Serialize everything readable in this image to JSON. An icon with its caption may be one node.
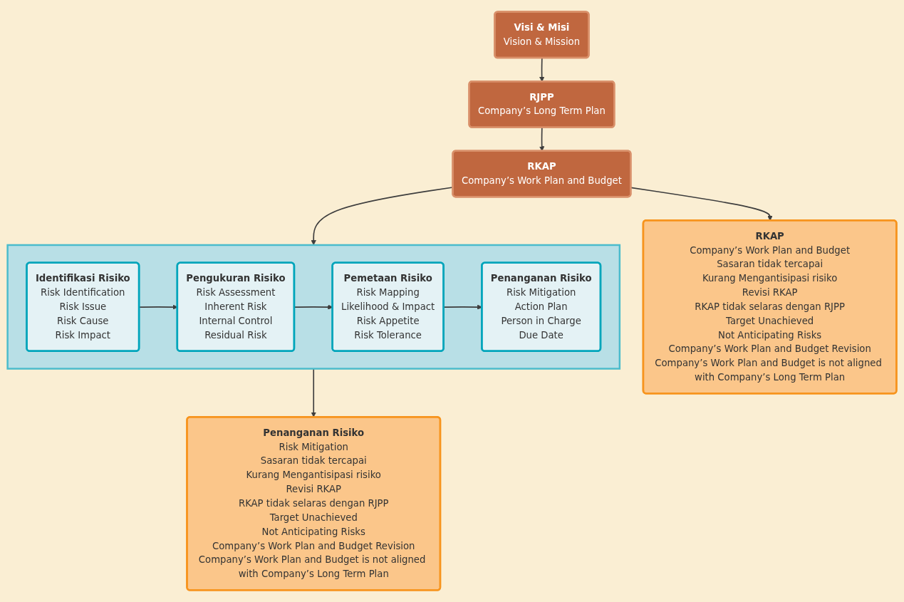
{
  "diagram": {
    "nodes": [
      {
        "text": [
          "Visi & Misi",
          "Vision & Mission"
        ]
      },
      {
        "text": [
          "RJPP",
          "Company’s Long Term Plan"
        ]
      },
      {
        "text": [
          "RKAP",
          "Company’s Work Plan and Budget"
        ]
      },
      {
        "text": [],
        "shape": "box"
      },
      {
        "text": [
          "Identifikasi Risiko",
          "Risk Identification",
          "Risk Issue",
          "Risk Cause",
          "Risk Impact"
        ],
        "in": 3
      },
      {
        "text": [
          "Pengukuran Risiko",
          "Risk Assessment",
          "Inherent Risk",
          "Internal Control",
          "Residual Risk"
        ],
        "in": 3
      },
      {
        "text": [
          "Penanganan Risiko",
          "Risk Mitigation",
          "Action Plan",
          "Person in Charge",
          "Due Date"
        ],
        "in": 3
      },
      {
        "text": [
          "Pemetaan Risiko",
          "Risk Mapping",
          "Likelihood & Impact",
          "Risk Appetite",
          "Risk Tolerance"
        ],
        "in": 3
      },
      {
        "text": [
          "RKAP",
          "Company’s Work Plan and Budget",
          "Sasaran tidak tercapai",
          "Kurang Mengantisipasi risiko",
          "Revisi RKAP",
          "RKAP tidak selaras dengan RJPP",
          "Target Unachieved",
          "Not Anticipating Risks",
          "Company’s Work Plan and Budget Revision",
          "Company’s Work Plan and Budget is not aligned with Company’s Long Term Plan"
        ]
      },
      {
        "text": [
          "Penanganan Risiko",
          "Risk Mitigation",
          "Sasaran tidak tercapai",
          "Kurang Mengantisipasi risiko",
          "Revisi RKAP",
          "RKAP tidak selaras dengan RJPP",
          "Target Unachieved",
          "Not Anticipating Risks",
          "Company’s Work Plan and Budget Revision",
          "Company’s Work Plan and Budget is not aligned with Company’s Long Term Plan"
        ]
      }
    ],
    "edges": [
      {
        "from": 0,
        "to": 1,
        "arrow": "to"
      },
      {
        "from": 1,
        "to": 2,
        "arrow": "to"
      },
      {
        "from": 2,
        "to": 3,
        "arrow": "to"
      },
      {
        "from": 2,
        "to": 8,
        "arrow": "to"
      },
      {
        "from": 4,
        "to": 5,
        "arrow": "to"
      },
      {
        "from": 5,
        "to": 7,
        "arrow": "to"
      },
      {
        "from": 7,
        "to": 6,
        "arrow": "to"
      },
      {
        "from": 3,
        "to": 9,
        "arrow": "to"
      }
    ]
  }
}
